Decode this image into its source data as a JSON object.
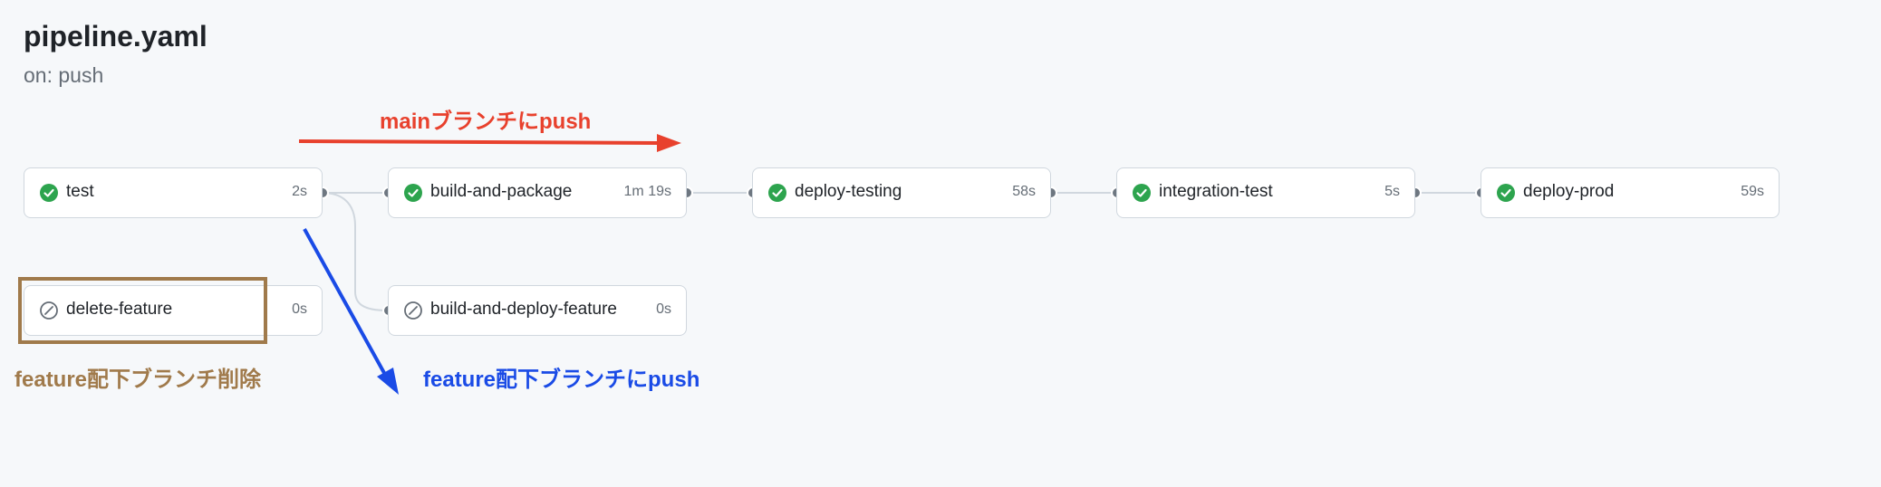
{
  "header": {
    "title": "pipeline.yaml",
    "subtitle": "on: push"
  },
  "jobs": [
    {
      "name": "test",
      "duration": "2s",
      "status": "success"
    },
    {
      "name": "build-and-package",
      "duration": "1m 19s",
      "status": "success"
    },
    {
      "name": "deploy-testing",
      "duration": "58s",
      "status": "success"
    },
    {
      "name": "integration-test",
      "duration": "5s",
      "status": "success"
    },
    {
      "name": "deploy-prod",
      "duration": "59s",
      "status": "success"
    },
    {
      "name": "delete-feature",
      "duration": "0s",
      "status": "skipped"
    },
    {
      "name": "build-and-deploy-feature",
      "duration": "0s",
      "status": "skipped"
    }
  ],
  "annotations": {
    "main_push": "mainブランチにpush",
    "feature_push": "feature配下ブランチにpush",
    "feature_delete": "feature配下ブランチ削除"
  },
  "colors": {
    "success": "#2da44e",
    "skipped": "#656d76",
    "annot_red": "#e8412d",
    "annot_blue": "#1a4be6",
    "annot_brown": "#a07a4b"
  },
  "icons": {
    "success": "check-circle-icon",
    "skipped": "skip-circle-icon"
  }
}
